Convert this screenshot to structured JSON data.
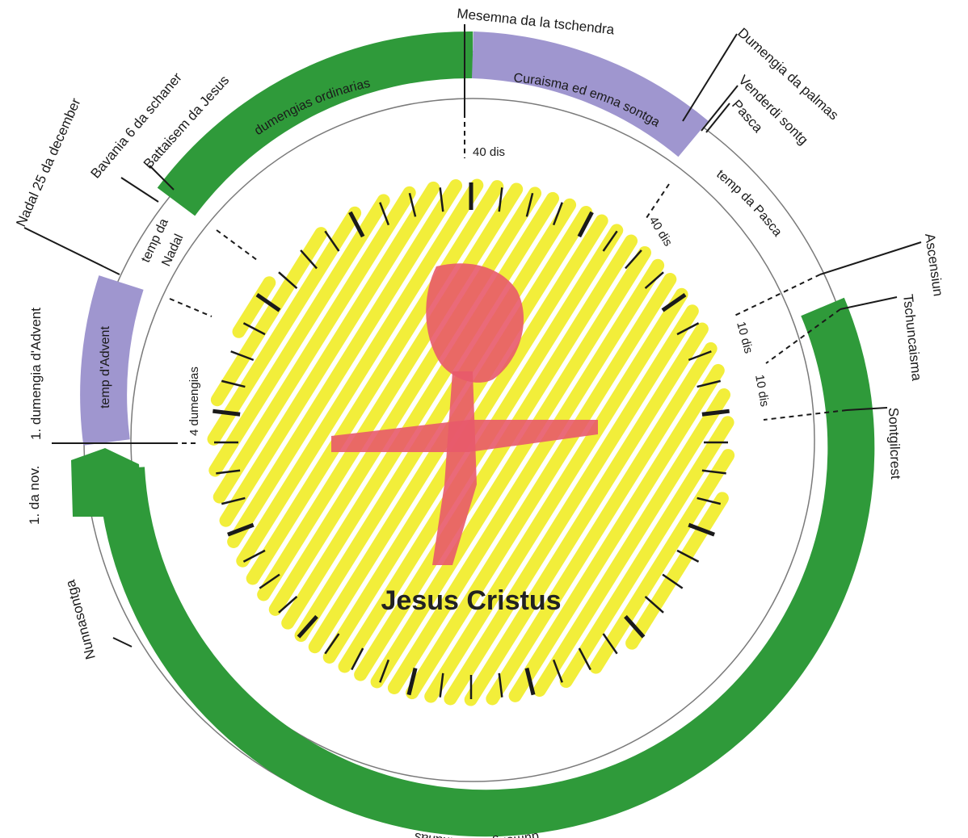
{
  "center": {
    "title": "Jesus Cristus"
  },
  "colors": {
    "green": "#2f9a3a",
    "purple": "#9f96cf",
    "yellow": "#f2ee3a",
    "red": "#e85a6a",
    "ink": "#1a1a1a"
  },
  "segments": {
    "advent": "temp d'Advent",
    "nadal_line1": "temp da",
    "nadal_line2": "Nadal",
    "ordinary_top": "dumengias ordinarias",
    "lent": "Curaisma ed emna sontga",
    "easter": "temp da Pasca",
    "ordinary_bottom": "dumengias ordinarias"
  },
  "labels": {
    "advent_start": "1. dumengia d'Advent",
    "nadal": "Nadal  25 da december",
    "bavania": "Bavania  6 da schaner",
    "battaisem": "Battaisem da Jesus",
    "mesemna": "Mesemna da la tschendra",
    "palmas": "Dumengia da palmas",
    "venderdi": "Venderdi sontg",
    "pasca": "Pasca",
    "ascensiun": "Ascensiun",
    "tschuncaisma": "Tschuncaisma",
    "sontgilcrest": "Sontgilcrest",
    "nov": "1. da nov.",
    "nunnasontga": "Nunnasontga"
  },
  "durations": {
    "advent": "4 dumengias",
    "lent": "40 dis",
    "easter": "40 dis",
    "ascension": "10 dis",
    "pentecost": "10 dis"
  }
}
